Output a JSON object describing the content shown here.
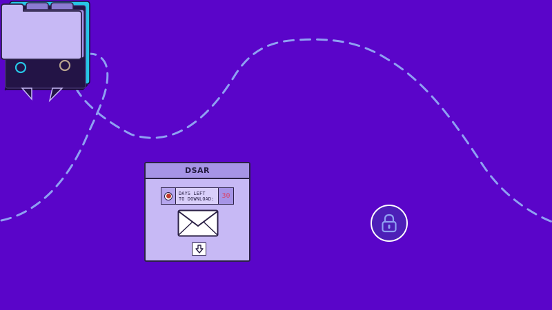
{
  "dsar_window": {
    "title": "DSAR",
    "countdown_label": "DAYS LEFT\nTO DOWNLOAD:",
    "countdown_value": "30"
  },
  "icons": {
    "record": "record-icon",
    "mail": "envelope-icon",
    "download": "download-arrow-icon",
    "folder": "folder-icon",
    "lock": "padlock-icon",
    "chat": "chat-bubble-icon"
  },
  "colors": {
    "background": "#5a05c9",
    "dashed_path": "#8fa0f2",
    "panel": "#c7b9f5",
    "outline": "#2b2146",
    "chat_board": "#231446",
    "chat_accent": "#27c6e6",
    "countdown_digits": "#d7466e"
  }
}
